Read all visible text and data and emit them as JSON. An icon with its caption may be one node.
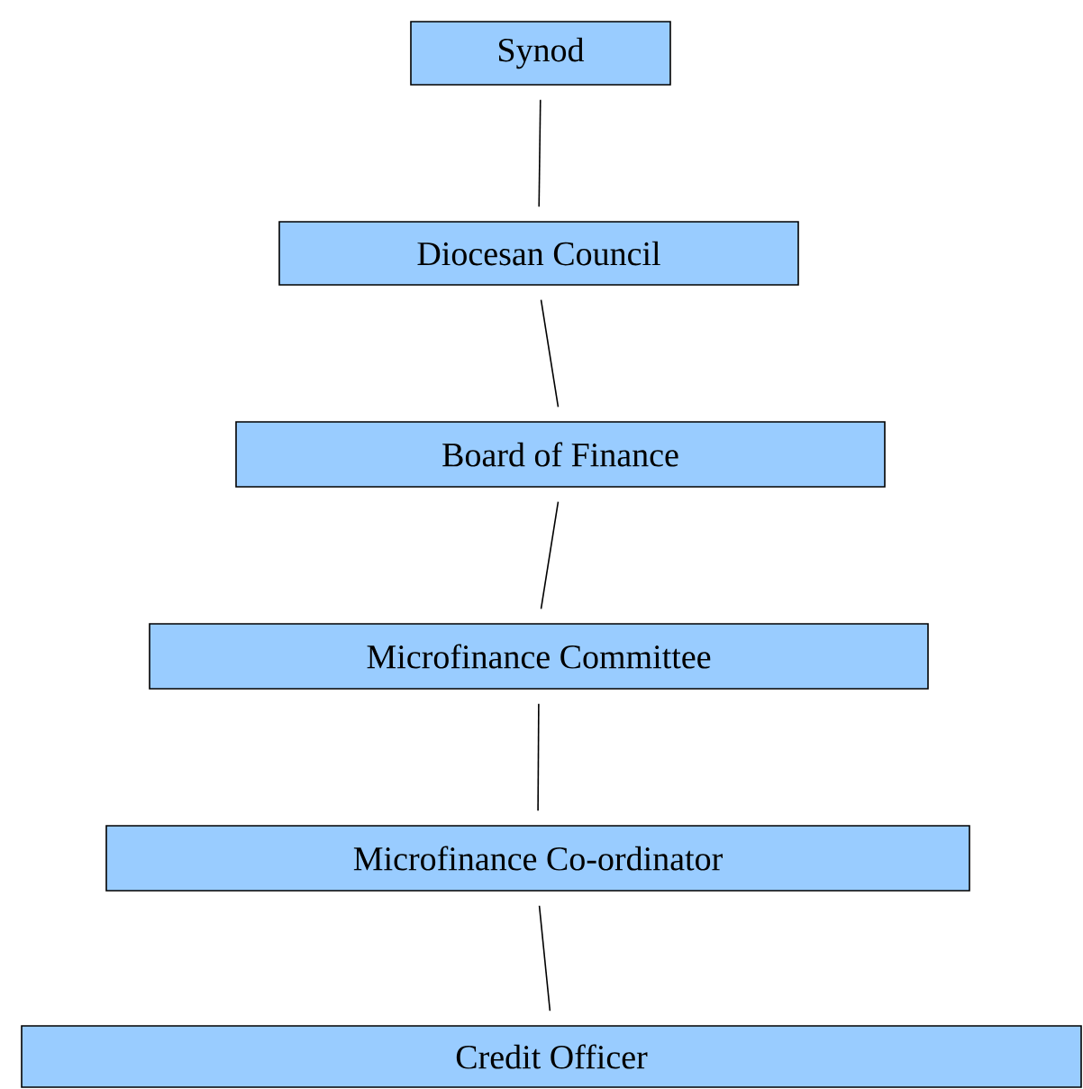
{
  "diagram": {
    "nodes": [
      {
        "text": [
          "Synod"
        ]
      },
      {
        "text": [
          "Diocesan Council"
        ]
      },
      {
        "text": [
          "Board of Finance"
        ]
      },
      {
        "text": [
          "Microfinance Committee"
        ]
      },
      {
        "text": [
          "Microfinance Co-ordinator"
        ]
      },
      {
        "text": [
          "Credit Officer"
        ]
      }
    ],
    "edges": [
      {
        "from": 0,
        "to": 1,
        "arrow": "none"
      },
      {
        "from": 1,
        "to": 2,
        "arrow": "none"
      },
      {
        "from": 2,
        "to": 3,
        "arrow": "none"
      },
      {
        "from": 3,
        "to": 4,
        "arrow": "none"
      },
      {
        "from": 4,
        "to": 5,
        "arrow": "none"
      }
    ]
  }
}
